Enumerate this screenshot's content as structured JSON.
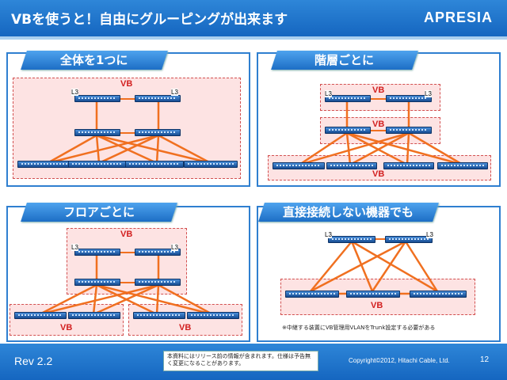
{
  "header": {
    "title": "VBを使うと！自由にグルーピングが出来ます",
    "logo": "APRESIA"
  },
  "panels": {
    "whole": {
      "title": "全体を1つに",
      "vb": "VB",
      "l3": "L3"
    },
    "layer": {
      "title": "階層ごとに",
      "vb": "VB",
      "l3": "L3"
    },
    "floor": {
      "title": "フロアごとに",
      "vb": "VB",
      "l3": "L3"
    },
    "direct": {
      "title": "直接接続しない機器でも",
      "vb": "VB",
      "l3": "L3",
      "note": "※中継する装置にVB管理用VLANをTrunk設定する必要がある"
    }
  },
  "footer": {
    "rev": "Rev 2.2",
    "disclaimer": "本資料にはリリース前の情報が含まれます。仕様は予告無く変更になることがあります。",
    "copyright": "Copyright©2012, Hitachi Cable, Ltd.",
    "page": "12"
  },
  "colors": {
    "accent": "#1566c0",
    "link": "#f07020",
    "vb_fill": "#fde3e3",
    "vb_text": "#d21f1f"
  }
}
